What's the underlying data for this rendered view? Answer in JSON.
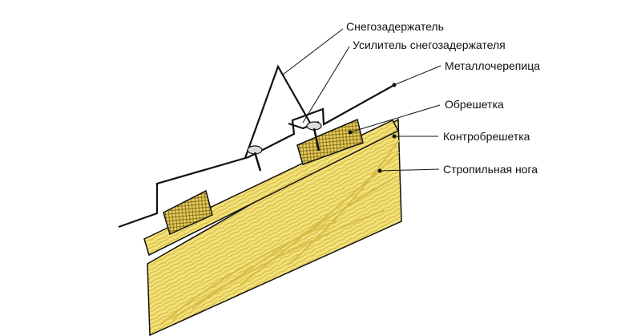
{
  "diagram": {
    "labels": {
      "snow_guard": "Снегозадержатель",
      "snow_guard_reinforcement": "Усилитель снегозадержателя",
      "metal_tile": "Металлочерепица",
      "batten": "Обрешетка",
      "counter_batten": "Контробрешетка",
      "rafter": "Стропильная нога"
    },
    "colors": {
      "wood_fill": "#f3e27a",
      "wood_grain": "#c9a93a",
      "batten_dark": "#8a6f1c",
      "line": "#111111",
      "background": "#ffffff"
    }
  }
}
